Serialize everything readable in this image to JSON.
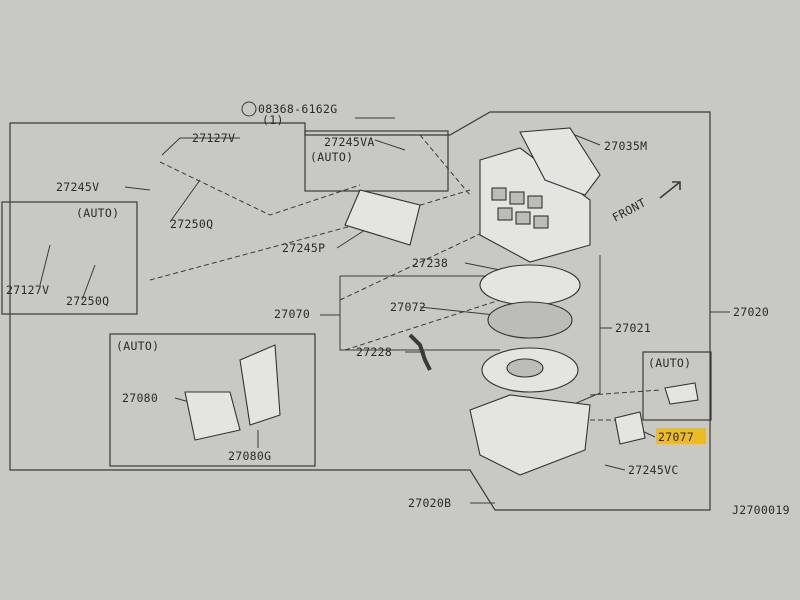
{
  "labels": {
    "top_bolt": "08368-6162G",
    "top_bolt_qty": "(1)",
    "p27127v_top": "27127V",
    "p27245va": "27245VA",
    "auto_top": "(AUTO)",
    "p27035m": "27035M",
    "p27245v": "27245V",
    "p27250q_top": "27250Q",
    "auto_left": "(AUTO)",
    "p27245p": "27245P",
    "front": "FRONT",
    "p27127v_left": "27127V",
    "p27250q_left": "27250Q",
    "p27238": "27238",
    "p27070": "27070",
    "p27072": "27072",
    "p27021": "27021",
    "p27020": "27020",
    "auto_motor": "(AUTO)",
    "p27228": "27228",
    "p27080": "27080",
    "p27080g": "27080G",
    "auto_right": "(AUTO)",
    "p27077": "27077",
    "p27245vc": "27245VC",
    "p27020b": "27020B",
    "diagram_id": "J2700019"
  },
  "colors": {
    "paper": "#c9c9c4",
    "ink": "#2a2a2a",
    "highlight": "#f2b705"
  }
}
